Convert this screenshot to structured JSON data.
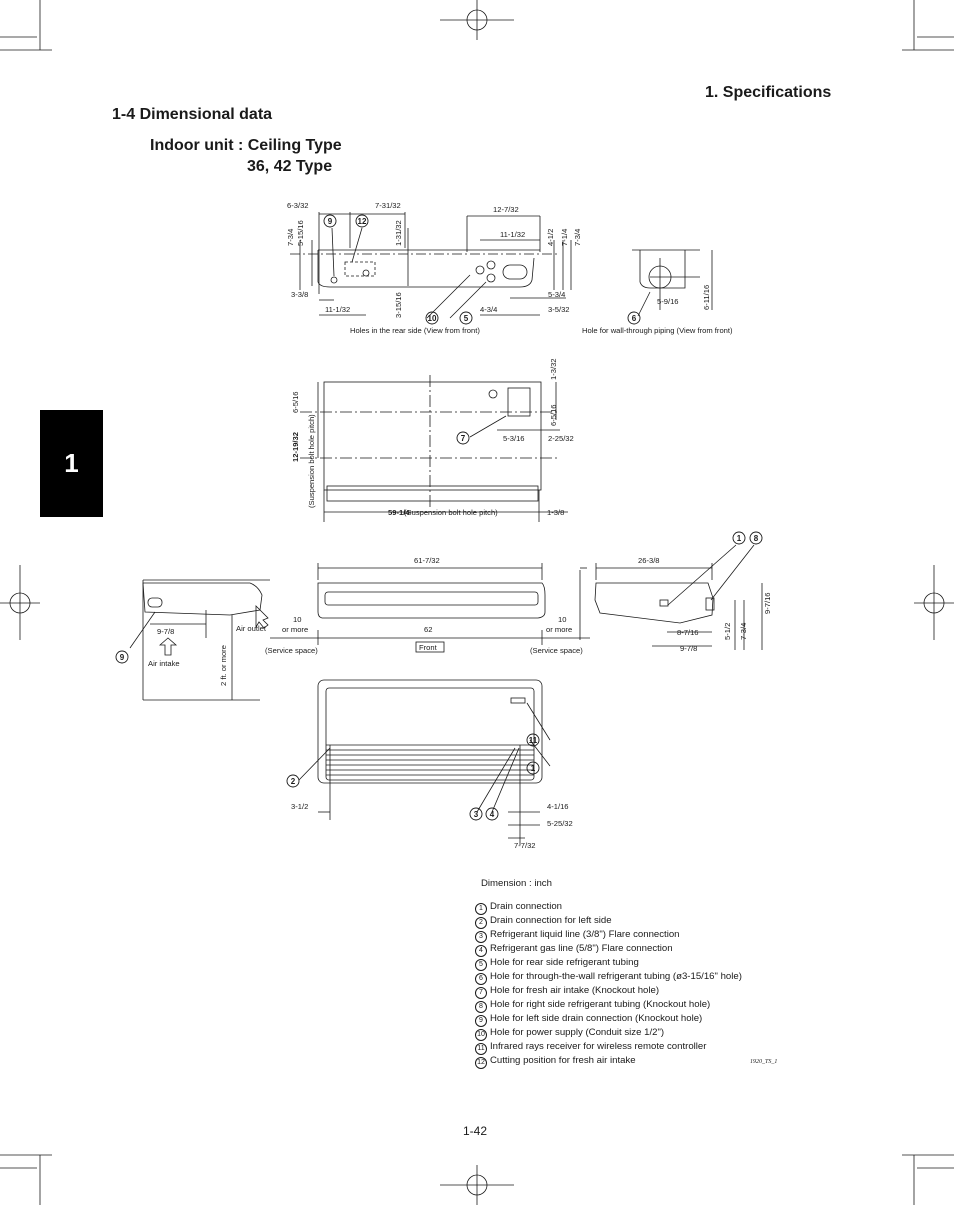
{
  "header": {
    "section_title": "1. Specifications",
    "subsection": "1-4    Dimensional data",
    "unit_title": "Indoor unit : Ceiling Type",
    "unit_type": "36, 42 Type"
  },
  "chapter_tab": "1",
  "views": {
    "rear_caption": "Holes in the rear side (View from front)",
    "wall_caption": "Hole for wall-through piping (View from front)",
    "suspension_label": "(Suspension bolt hole pitch)",
    "suspension_bold": "12-19/32",
    "suspension_pitch_bold": "59-1/4",
    "front_label": "Front",
    "service_space": "(Service space)",
    "or_more": "or more",
    "air_outlet": "Air outlet",
    "air_intake": "Air intake",
    "two_ft": "2 ft. or more"
  },
  "dimensions": {
    "d_6_3_32": "6-3/32",
    "d_7_31_32": "7-31/32",
    "d_12_7_32": "12-7/32",
    "d_7_3_4": "7-3/4",
    "d_5_15_16": "5-15/16",
    "d_1_31_32": "1-31/32",
    "d_11_1_32": "11-1/32",
    "d_4_1_2": "4-1/2",
    "d_7_1_4": "7-1/4",
    "d_3_3_8": "3-3/8",
    "d_3_15_16": "3-15/16",
    "d_4_3_4": "4-3/4",
    "d_5_3_4": "5-3/4",
    "d_3_5_32": "3-5/32",
    "d_5_9_16": "5-9/16",
    "d_6_11_16": "6-11/16",
    "d_1_3_32": "1-3/32",
    "d_6_5_16": "6-5/16",
    "d_5_3_16": "5-3/16",
    "d_2_25_32": "2-25/32",
    "d_suspension_tail": "(Suspension bolt hole pitch)",
    "d_1_3_8": "1-3/8",
    "d_61_7_32": "61-7/32",
    "d_26_3_8": "26-3/8",
    "d_9_7_16": "9-7/16",
    "d_9_7_8": "9-7/8",
    "d_10": "10",
    "d_62": "62",
    "d_8_7_16": "8-7/16",
    "d_5_1_2": "5-1/2",
    "d_3_1_2": "3-1/2",
    "d_4_1_16": "4-1/16",
    "d_5_25_32": "5-25/32",
    "d_7_7_32": "7-7/32"
  },
  "callouts": {
    "c1": "1",
    "c2": "2",
    "c3": "3",
    "c4": "4",
    "c5": "5",
    "c6": "6",
    "c7": "7",
    "c8": "8",
    "c9": "9",
    "c10": "10",
    "c11": "11",
    "c12": "12"
  },
  "dimension_unit": "Dimension : inch",
  "legend": [
    {
      "num": "1",
      "text": "Drain connection"
    },
    {
      "num": "2",
      "text": "Drain connection for left side"
    },
    {
      "num": "3",
      "text": "Refrigerant liquid line (3/8\") Flare connection"
    },
    {
      "num": "4",
      "text": "Refrigerant gas line (5/8\") Flare connection"
    },
    {
      "num": "5",
      "text": "Hole for rear side refrigerant tubing"
    },
    {
      "num": "6",
      "text": "Hole for through-the-wall refrigerant tubing (ø3-15/16\" hole)"
    },
    {
      "num": "7",
      "text": "Hole for fresh air intake (Knockout hole)"
    },
    {
      "num": "8",
      "text": "Hole for right side refrigerant tubing (Knockout hole)"
    },
    {
      "num": "9",
      "text": "Hole for left side drain connection (Knockout hole)"
    },
    {
      "num": "10",
      "text": "Hole for power supply (Conduit size 1/2\")"
    },
    {
      "num": "11",
      "text": "Infrared rays receiver for wireless remote controller"
    },
    {
      "num": "12",
      "text": "Cutting position for fresh air intake"
    }
  ],
  "doc_code": "1920_TS_1",
  "page_number": "1-42"
}
